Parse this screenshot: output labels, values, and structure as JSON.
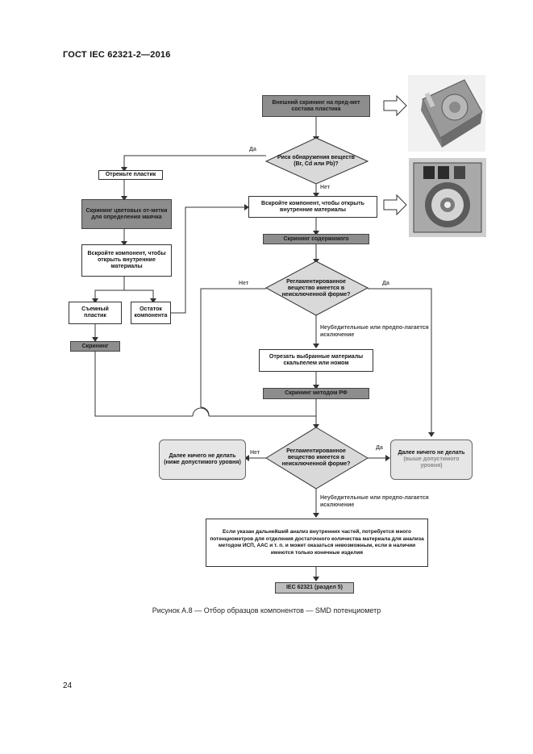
{
  "header": {
    "title": "ГОСТ IEC 62321-2—2016"
  },
  "page_number": "24",
  "caption": "Рисунок А.8 — Отбор образцов компонентов — SMD потенциометр",
  "flow": {
    "start": "Внешний скрининг на пред-мет состава пластика",
    "d1": "Риск обнаружения веществ (Br, Cd или Pb)?",
    "cut_plastic": "Отрежьте пластик",
    "screen_color": "Скрининг цветовых от-метки для определения маячка",
    "open_left": "Вскройте компонент, чтобы открыть внутренние материалы",
    "open_main": "Вскройте компонент, чтобы открыть внутренние материалы",
    "screen_content": "Скрининг содержимого",
    "removable_plastic": "Съемный пластик",
    "remainder": "Остаток компонента",
    "screen_small": "Скрининг",
    "d2": "Регламентированное вещество имеется в неисключенной форме?",
    "cut_selected": "Отрезать выбранные материалы скальпелем или ножом",
    "screen_xrf": "Скрининг методом РФ",
    "d3": "Регламентированное вещество имеется в неисключенной форме?",
    "nothing_left_main": "Далее ничего не делать",
    "nothing_left_sub": "(ниже допустимого уровня)",
    "nothing_right_main": "Далее ничего не делать",
    "nothing_right_sub": "(выше допустимого уровня)",
    "note": "Если указан дальнейший анализ внутренних частей, потребуется много потенциометров для отделения достаточного количества материала для анализа методом ИСП, ААС и т. п. и может оказаться невозможным, если в наличии имеются только конечные изделия",
    "end": "IEC 62321 (раздел 5)",
    "yes": "Да",
    "no": "Нет",
    "uncertain_1": "Неубедительные или предпо-лагается исключение",
    "uncertain_2": "Неубедительные или предпо-лагается исключение"
  }
}
